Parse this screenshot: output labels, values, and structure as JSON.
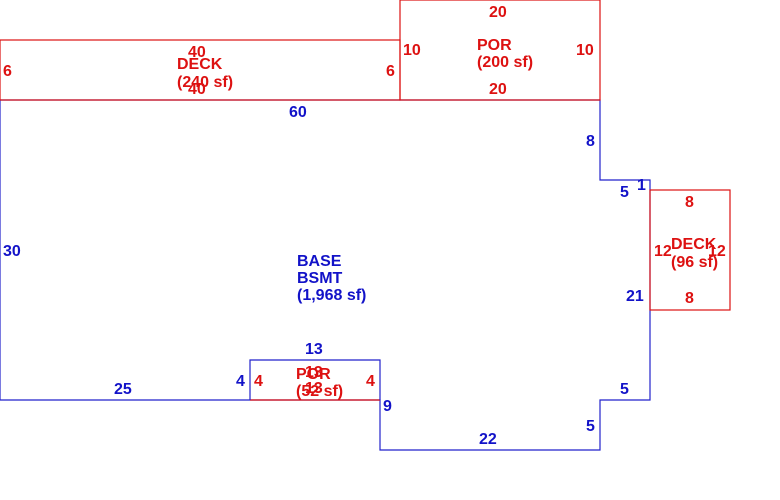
{
  "colors": {
    "base": "#1212c8",
    "addition": "#dd1111"
  },
  "base": {
    "name_line1": "BASE",
    "name_line2": "BSMT",
    "area": "(1,968 sf)",
    "dims": {
      "top": "60",
      "left": "30",
      "bottom_left": "25",
      "notch_left": "4",
      "notch_top": "13",
      "notch_right": "9",
      "bottom": "22",
      "right_lower_step": "5",
      "right_lower_jog": "5",
      "right_mid": "21",
      "right_upper_jog": "5",
      "right_upper_step": "1",
      "right_top": "8"
    }
  },
  "deck_top": {
    "name": "DECK",
    "area": "(240 sf)",
    "dims": {
      "top": "40",
      "bottom": "40",
      "left": "6",
      "right": "6"
    }
  },
  "porch_top": {
    "name": "POR",
    "area": "(200 sf)",
    "dims": {
      "top": "20",
      "bottom": "20",
      "left": "10",
      "right": "10"
    }
  },
  "deck_right": {
    "name": "DECK",
    "area": "(96 sf)",
    "dims": {
      "top": "8",
      "bottom": "8",
      "left": "12",
      "right": "12"
    }
  },
  "porch_bottom": {
    "name": "POR",
    "area": "(52 sf)",
    "dims": {
      "top": "13",
      "bottom": "13",
      "left": "4",
      "right": "4"
    }
  }
}
